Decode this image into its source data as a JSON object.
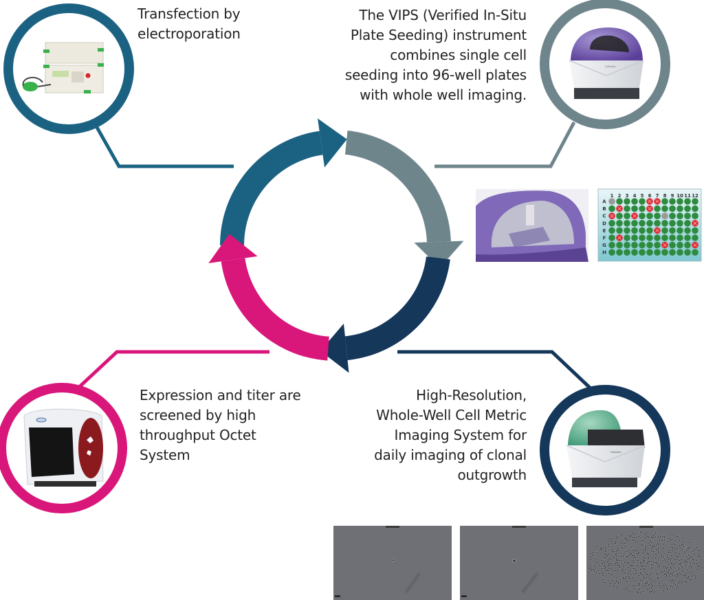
{
  "title": "Cell line development workflow cycle",
  "colors": {
    "transfection": "#1b6282",
    "vips": "#6e858b",
    "imaging": "#14375a",
    "octet": "#d9167a",
    "well_green": "#2e8b3e",
    "well_red": "#e0262f",
    "well_gray": "#9a9a9a",
    "plate_bg": "#8fd0d8"
  },
  "steps": [
    {
      "id": "transfection",
      "lines": [
        "Transfection by",
        "electroporation"
      ],
      "instrument_icon": "electroporation-instrument-icon"
    },
    {
      "id": "vips",
      "lines": [
        "The VIPS (Verified In-Situ",
        "Plate Seeding) instrument",
        "combines single cell",
        "seeding into 96-well plates",
        "with whole well imaging."
      ],
      "instrument_icon": "vips-instrument-icon"
    },
    {
      "id": "octet",
      "lines": [
        "Expression and titer are",
        "screened by high",
        "throughput Octet",
        "System"
      ],
      "instrument_icon": "octet-instrument-icon"
    },
    {
      "id": "imaging",
      "lines": [
        "High-Resolution,",
        "Whole-Well Cell Metric",
        "Imaging System for",
        "daily imaging of clonal",
        "outgrowth"
      ],
      "instrument_icon": "cell-metric-imager-icon"
    }
  ],
  "plate": {
    "columns": [
      "1",
      "2",
      "3",
      "4",
      "5",
      "6",
      "7",
      "8",
      "9",
      "10",
      "11",
      "12"
    ],
    "rows": [
      "A",
      "B",
      "C",
      "D",
      "E",
      "F",
      "G",
      "H"
    ],
    "red_wells": [
      "A6",
      "A7",
      "B2",
      "B6",
      "C1",
      "C4",
      "D12",
      "E7",
      "F2",
      "G8",
      "G12"
    ],
    "gray_wells": [
      "A1",
      "C8"
    ]
  },
  "micrographs": [
    {
      "name": "micrograph-day-0",
      "content": "single cell"
    },
    {
      "name": "micrograph-day-1",
      "content": "single cell"
    },
    {
      "name": "micrograph-colony",
      "content": "clonal colony"
    }
  ]
}
